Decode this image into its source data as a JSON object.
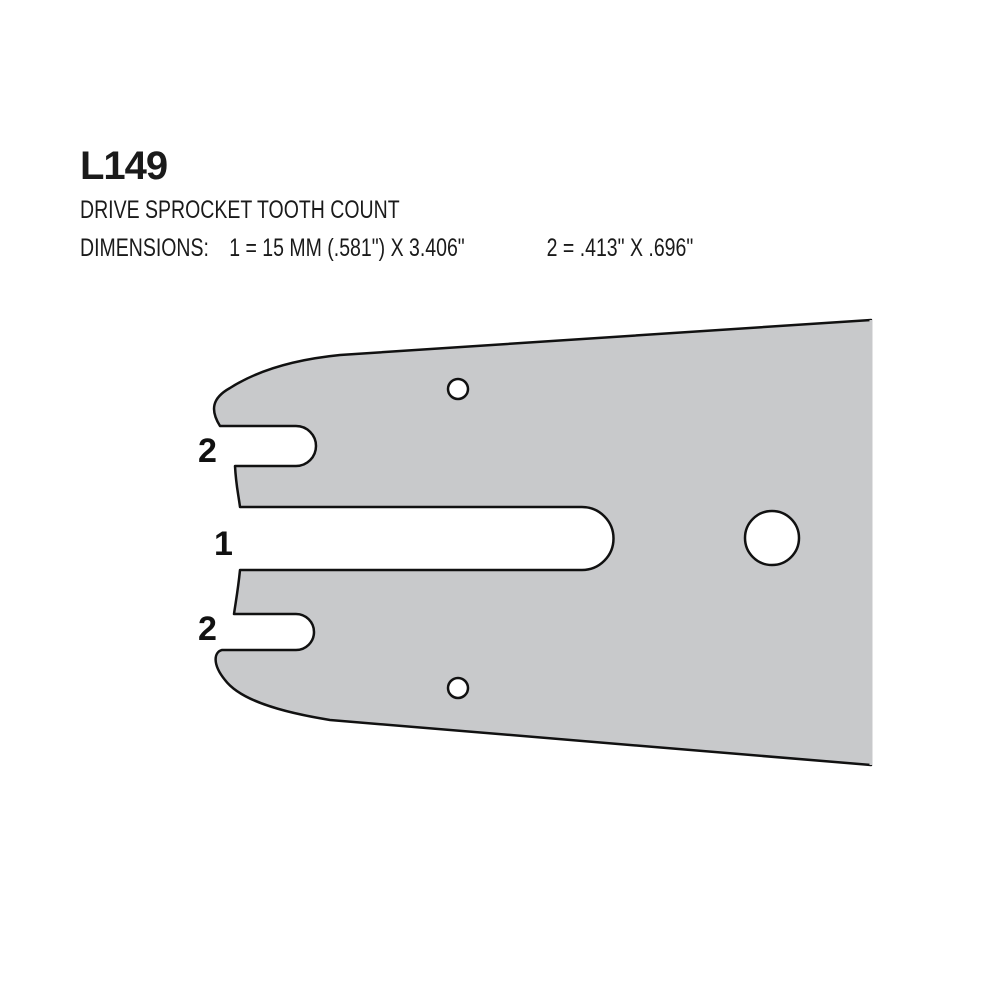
{
  "header": {
    "model": "L149",
    "subtitle": "DRIVE SPROCKET TOOTH COUNT",
    "dimensions_label": "DIMENSIONS:",
    "dimension_1": "1 = 15 MM (.581\") X 3.406\"",
    "dimension_2": "2 = .413\" X .696\""
  },
  "diagram": {
    "description": "Chainsaw guide bar mount end with one center slot and two side slots",
    "bar_fill": "#c8c9cb",
    "outline_color": "#111111",
    "labels": {
      "upper_slot": "2",
      "center_slot": "1",
      "lower_slot": "2"
    }
  }
}
